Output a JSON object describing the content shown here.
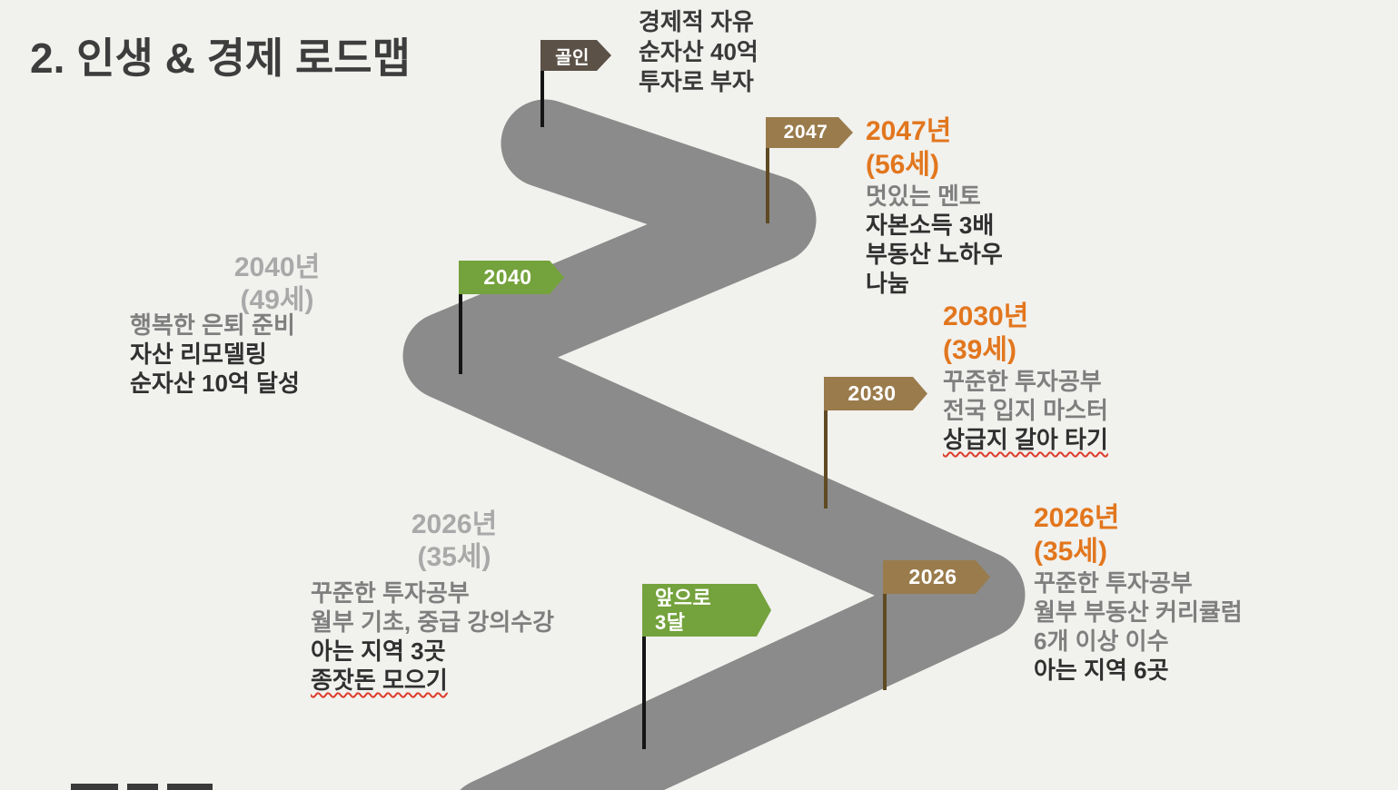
{
  "title": "2. 인생 & 경제 로드맵",
  "goal": {
    "flag": "골인",
    "lines": [
      "경제적 자유",
      "순자산 40억",
      "투자로 부자"
    ]
  },
  "m2047": {
    "flag": "2047",
    "year": "2047년",
    "age": "(56세)",
    "lines": [
      "멋있는 멘토",
      "자본소득 3배",
      "부동산 노하우",
      "나눔"
    ]
  },
  "m2040": {
    "flag": "2040",
    "year": "2040년",
    "age": "(49세)",
    "lines": [
      "행복한 은퇴 준비",
      "자산 리모델링",
      "순자산 10억 달성"
    ]
  },
  "m2030": {
    "flag": "2030",
    "year": "2030년",
    "age": "(39세)",
    "lines": [
      "꾸준한 투자공부",
      "전국 입지 마스터",
      "상급지 갈아 타기"
    ]
  },
  "m2026_right": {
    "flag": "2026",
    "year": "2026년",
    "age": "(35세)",
    "lines": [
      "꾸준한 투자공부",
      "월부 부동산 커리큘럼",
      "6개 이상 이수",
      "아는 지역 6곳"
    ]
  },
  "m2026_left": {
    "year": "2026년",
    "age": "(35세)",
    "lines": [
      "꾸준한 투자공부",
      "월부 기초, 중급 강의수강",
      "아는 지역 3곳",
      "종잣돈 모으기"
    ]
  },
  "next3months": {
    "lines": [
      "앞으로",
      "3달"
    ]
  },
  "colors": {
    "background": "#f1f1ee",
    "road": "#8b8b8b",
    "flag_brown": "#9a7b4c",
    "flag_green": "#74a23c",
    "flag_dark": "#5b5147",
    "pole_black": "#151515",
    "pole_brown": "#5f4a23",
    "accent_orange": "#e2761d",
    "text_gray_light": "#a9a9a9",
    "text_gray": "#7f7f7f",
    "text_dark": "#303030",
    "squiggle_red": "#dd3b2a"
  }
}
